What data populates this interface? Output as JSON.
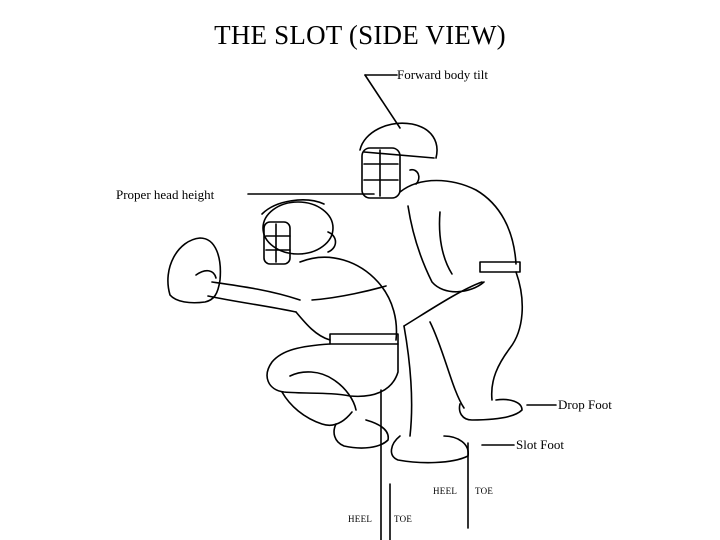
{
  "title": "THE SLOT (SIDE VIEW)",
  "labels": {
    "forward_body_tilt": "Forward body tilt",
    "proper_head_height": "Proper head height",
    "drop_foot": "Drop Foot",
    "slot_foot": "Slot Foot",
    "umpire_heel": "HEEL",
    "umpire_toe": "TOE",
    "catcher_heel": "HEEL",
    "catcher_toe": "TOE"
  },
  "figures": {
    "catcher": "catcher-figure",
    "umpire": "umpire-figure"
  }
}
